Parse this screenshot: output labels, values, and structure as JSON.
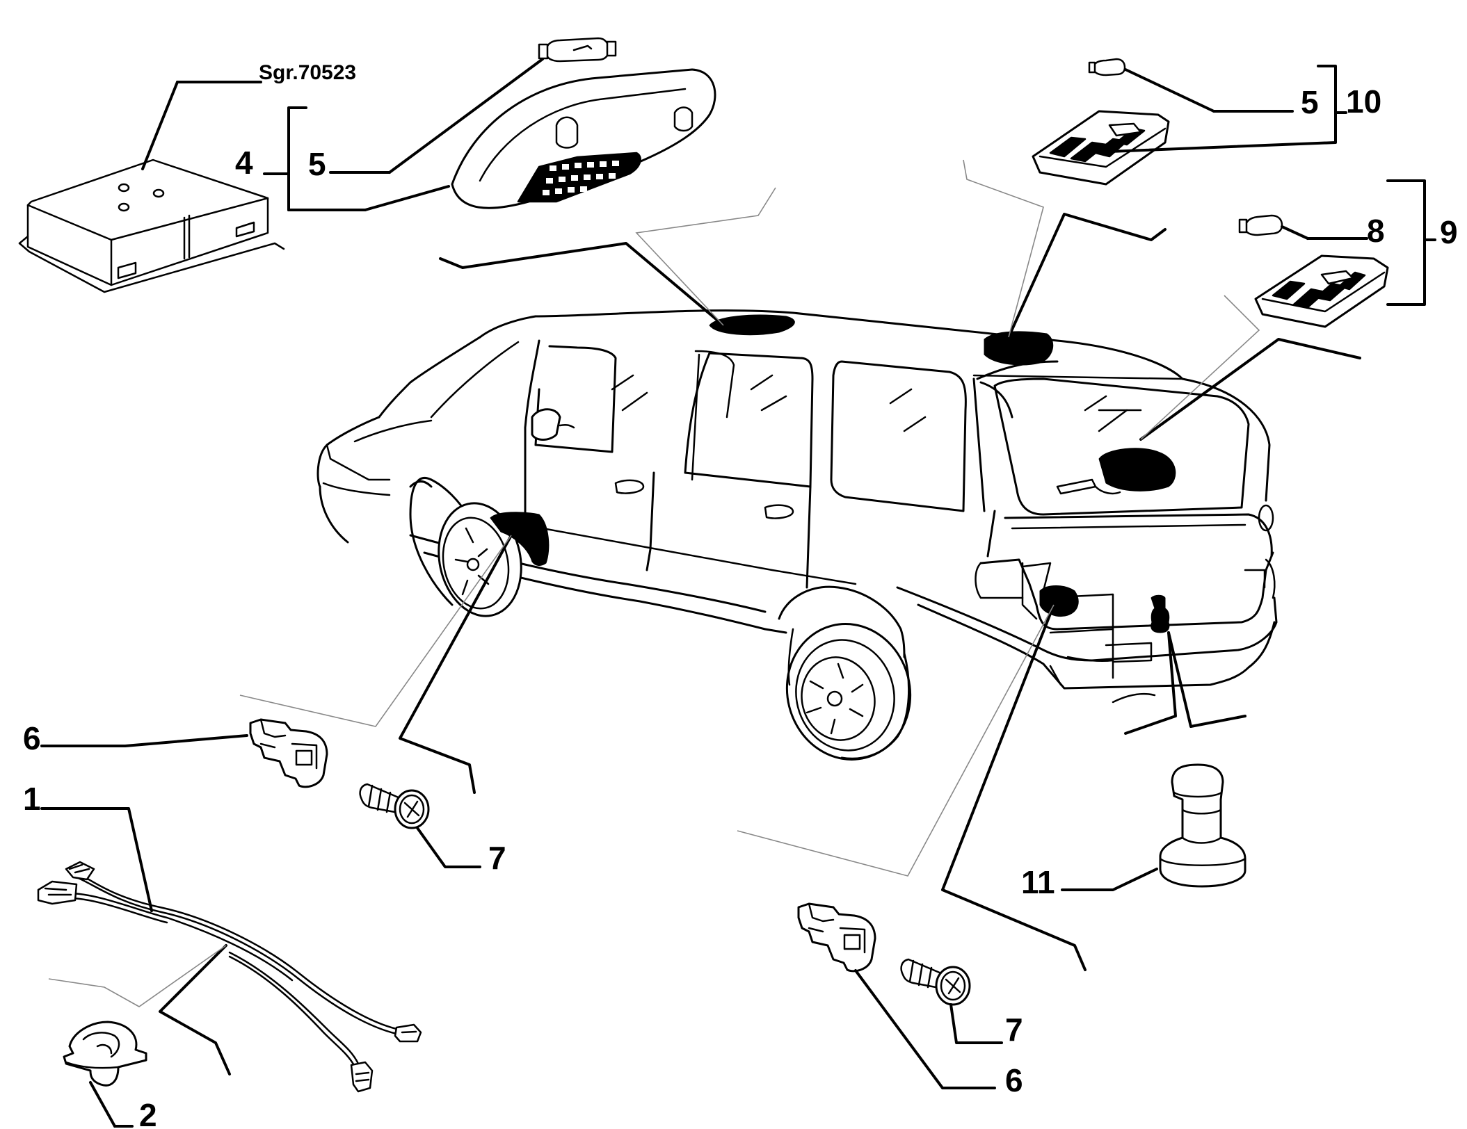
{
  "reference": "Sgr.70523",
  "callouts": {
    "c1": "1",
    "c2": "2",
    "c4": "4",
    "c5a": "5",
    "c5b": "5",
    "c6a": "6",
    "c6b": "6",
    "c7a": "7",
    "c7b": "7",
    "c8": "8",
    "c9": "9",
    "c10": "10",
    "c11": "11"
  }
}
